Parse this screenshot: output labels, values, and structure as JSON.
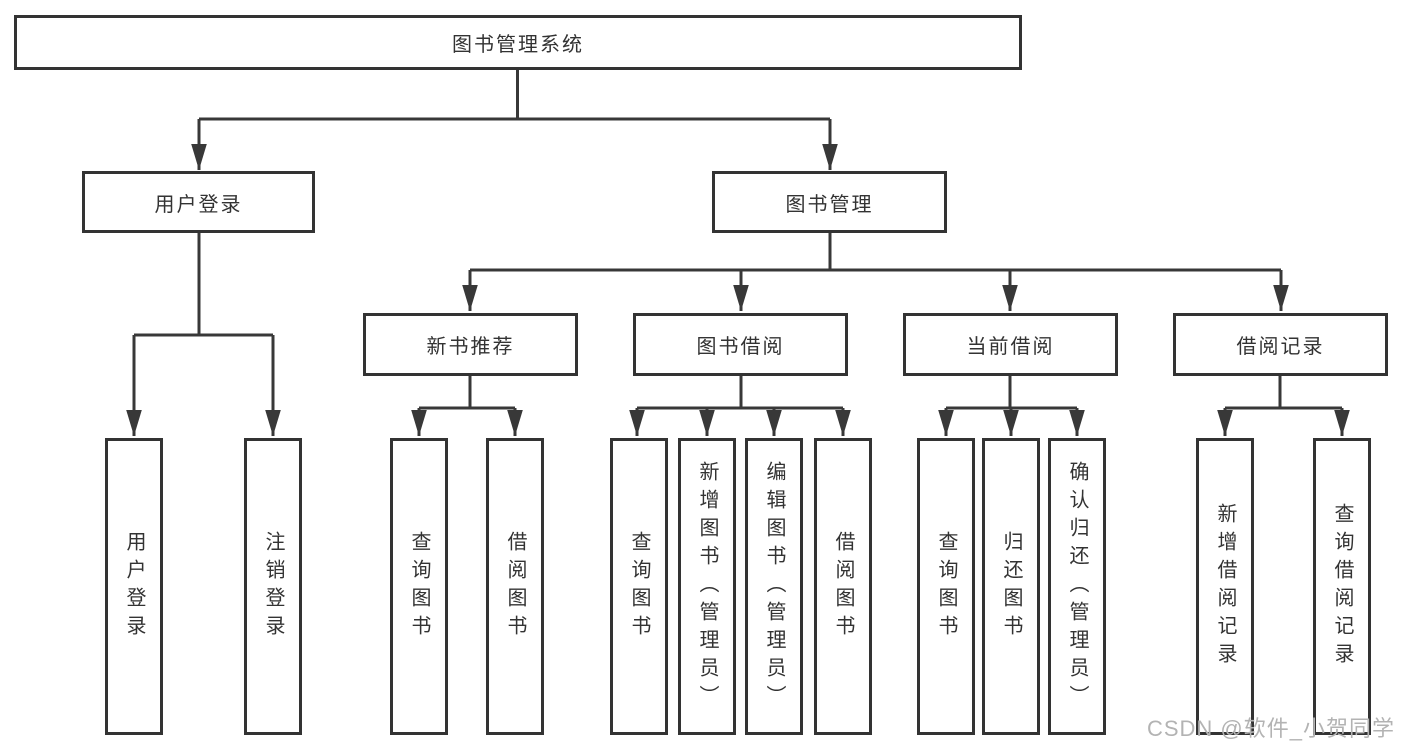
{
  "nodes": {
    "root": "图书管理系统",
    "user_login": "用户登录",
    "book_mgmt": "图书管理",
    "new_book": "新书推荐",
    "book_borrow": "图书借阅",
    "current_borrow": "当前借阅",
    "borrow_record": "借阅记录"
  },
  "leaves": {
    "user_login": [
      "用户登录",
      "注销登录"
    ],
    "new_book": [
      "查询图书",
      "借阅图书"
    ],
    "book_borrow": [
      "查询图书",
      "新增图书（管理员）",
      "编辑图书（管理员）",
      "借阅图书"
    ],
    "current_borrow": [
      "查询图书",
      "归还图书",
      "确认归还（管理员）"
    ],
    "borrow_record": [
      "新增借阅记录",
      "查询借阅记录"
    ]
  },
  "watermark": "CSDN @软件_小贺同学",
  "colors": {
    "line": "#383838",
    "box_border": "#333333",
    "text": "#333333",
    "watermark": "#b3b3b3",
    "background": "#ffffff"
  }
}
